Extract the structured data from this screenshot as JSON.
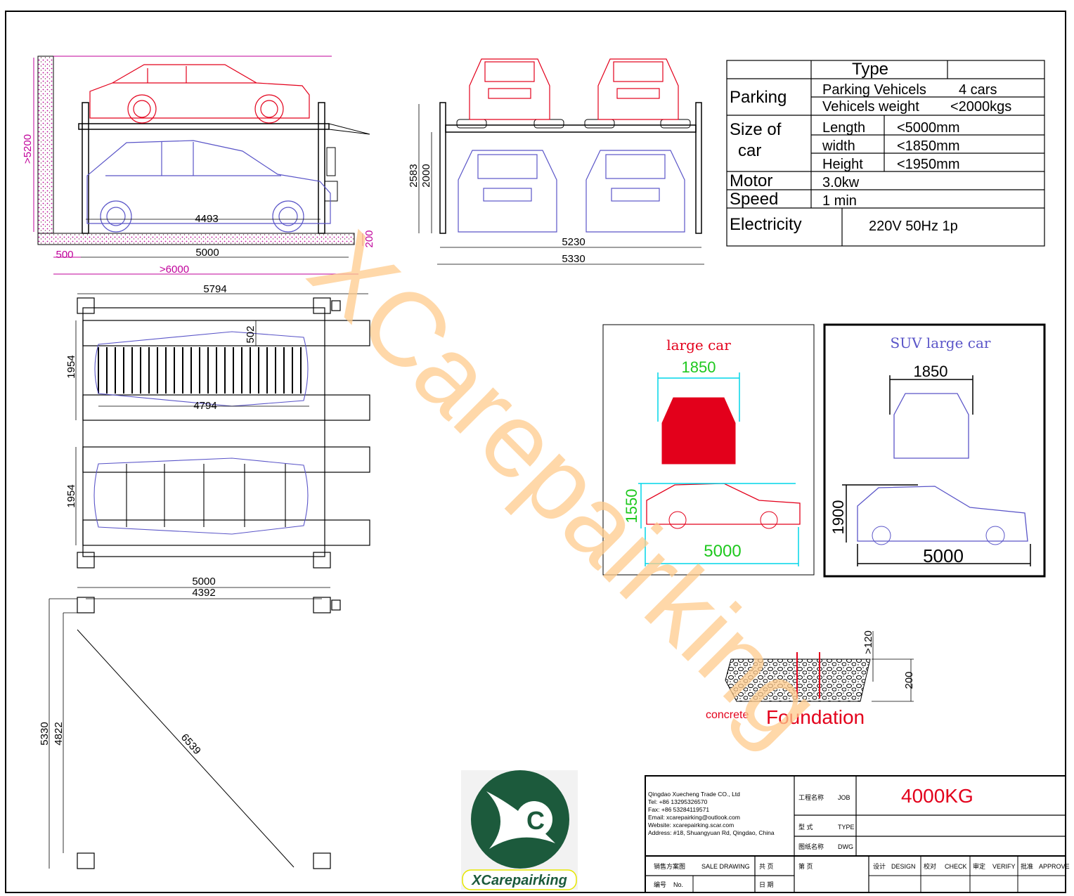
{
  "side_view": {
    "dim_height": ">5200",
    "dim_span": "5000",
    "dim_wall": "500",
    "dim_total": ">6000",
    "dim_floor": "200",
    "dim_car": "4493"
  },
  "front_view": {
    "dim_total_height": "2583",
    "dim_clear_height": "2000",
    "dim_inner_width": "5230",
    "dim_outer_width": "5330"
  },
  "spec_table": {
    "header": "Type",
    "parking_label": "Parking",
    "parking_vehicles_label": "Parking Vehicels",
    "parking_vehicles_value": "4 cars",
    "vehicles_weight_label": "Vehicels weight",
    "vehicles_weight_value": "<2000kgs",
    "size_label_1": "Size  of",
    "size_label_2": "car",
    "length_label": "Length",
    "length_value": "<5000mm",
    "width_label": "width",
    "width_value": "<1850mm",
    "height_label": "Height",
    "height_value": "<1950mm",
    "motor_label": "Motor",
    "motor_value": "3.0kw",
    "speed_label": "Speed",
    "speed_value": "1 min",
    "electricity_label": "Electricity",
    "electricity_value": "220V  50Hz  1p"
  },
  "top_view": {
    "dim_width": "5794",
    "dim_bay_1": "1954",
    "dim_bay_2": "1954",
    "dim_gap": "502",
    "dim_car": "4794"
  },
  "footprint": {
    "dim_outer_width": "5000",
    "dim_inner_width": "4392",
    "dim_outer_length": "5330",
    "dim_inner_length": "4822",
    "dim_diagonal": "6539"
  },
  "large_car": {
    "title": "large car",
    "width": "1850",
    "height": "1550",
    "length": "5000"
  },
  "suv_car": {
    "title": "SUV large car",
    "width": "1850",
    "height": "1900",
    "length": "5000"
  },
  "foundation": {
    "dim_anchor": ">120",
    "dim_thickness": "200",
    "concrete_label": "concrete",
    "title": "Foundation"
  },
  "watermark": "XCarepairking",
  "logo": {
    "brand": "XCarepairking"
  },
  "title_block": {
    "company_lines": [
      "Qingdao Xuecheng Trade CO., Ltd",
      "Tel: +86 13295326570",
      "Fax: +86 53284119571",
      "Email: xcarepairking@outlook.com",
      "Website: xcarepairking.scar.com",
      "Address: #18,  Shuangyuan Rd, Qingdao, China"
    ],
    "project_label": "工程名称",
    "project_en": "JOB",
    "model": "4000KG",
    "type_label": "型    式",
    "type_en": "TYPE",
    "drawing_label": "图纸名称",
    "drawing_en": "DWG",
    "sales_label": "销售方案图",
    "sales_en": "SALE DRAWING",
    "total_label": "共     页",
    "page_label": "第     页",
    "design_label": "设计",
    "design_en": "DESIGN",
    "check_label": "校对",
    "check_en": "CHECK",
    "verify_label": "审定",
    "verify_en": "VERIFY",
    "approve_label": "批准",
    "approve_en": "APPROVE",
    "number_label": "编号",
    "number_en": "No.",
    "date_label": "日  期"
  },
  "colors": {
    "red": "#e3001b",
    "blue": "#5a55c8",
    "magenta": "#c0009a",
    "cyan": "#00d5e8",
    "green": "#1ec81e",
    "watermark": "#ffcb8c",
    "logo_green": "#1c5a3c"
  }
}
